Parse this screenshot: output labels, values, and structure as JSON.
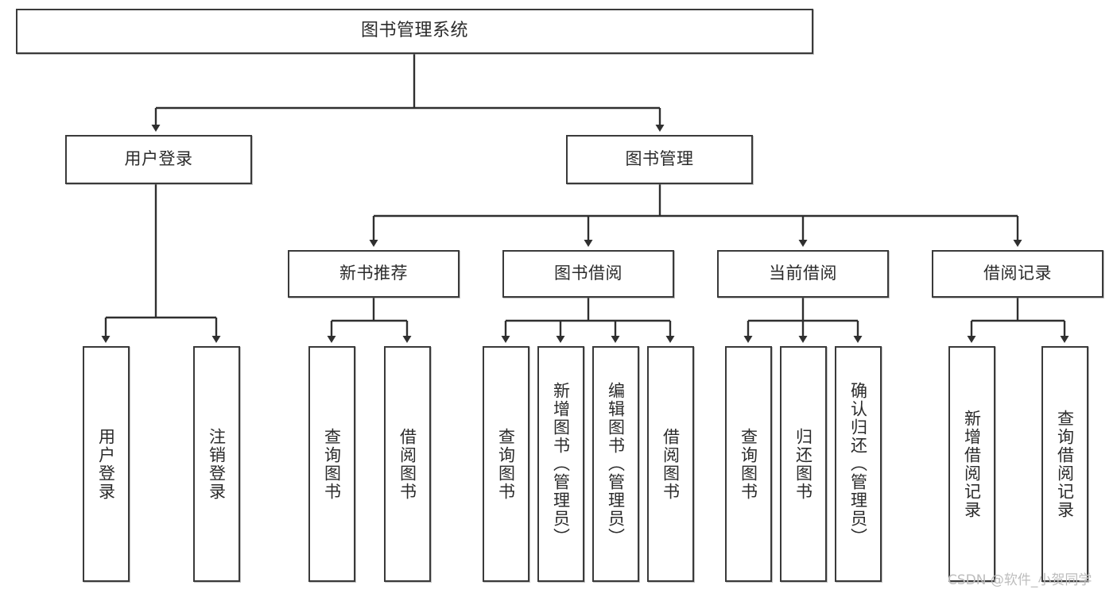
{
  "diagram": {
    "title": "图书管理系统",
    "type": "hierarchy-tree",
    "root": {
      "label": "图书管理系统"
    },
    "level2": [
      {
        "id": "user-login",
        "label": "用户登录"
      },
      {
        "id": "book-management",
        "label": "图书管理"
      }
    ],
    "level3": [
      {
        "id": "new-book-recommend",
        "label": "新书推荐",
        "parent": "book-management"
      },
      {
        "id": "book-borrow",
        "label": "图书借阅",
        "parent": "book-management"
      },
      {
        "id": "current-borrow",
        "label": "当前借阅",
        "parent": "book-management"
      },
      {
        "id": "borrow-record",
        "label": "借阅记录",
        "parent": "book-management"
      }
    ],
    "leaves": {
      "user-login": [
        {
          "id": "leaf-user-login",
          "label": "用户登录"
        },
        {
          "id": "leaf-user-logout",
          "label": "注销登录"
        }
      ],
      "new-book-recommend": [
        {
          "id": "leaf-query-book-1",
          "label": "查询图书"
        },
        {
          "id": "leaf-borrow-book-1",
          "label": "借阅图书"
        }
      ],
      "book-borrow": [
        {
          "id": "leaf-query-book-2",
          "label": "查询图书"
        },
        {
          "id": "leaf-add-book",
          "label": "新增图书（管理员）"
        },
        {
          "id": "leaf-edit-book",
          "label": "编辑图书（管理员）"
        },
        {
          "id": "leaf-borrow-book-2",
          "label": "借阅图书"
        }
      ],
      "current-borrow": [
        {
          "id": "leaf-query-book-3",
          "label": "查询图书"
        },
        {
          "id": "leaf-return-book",
          "label": "归还图书"
        },
        {
          "id": "leaf-confirm-return",
          "label": "确认归还（管理员）"
        }
      ],
      "borrow-record": [
        {
          "id": "leaf-add-record",
          "label": "新增借阅记录"
        },
        {
          "id": "leaf-query-record",
          "label": "查询借阅记录"
        }
      ]
    }
  },
  "watermark": {
    "text": "CSDN @软件_小贺同学"
  },
  "colors": {
    "box_border": "#3a3a3a",
    "box_fill": "#ffffff",
    "line": "#2f2f2f",
    "text": "#2b2b2b",
    "watermark": "#bdbdbd",
    "background": "#ffffff"
  }
}
